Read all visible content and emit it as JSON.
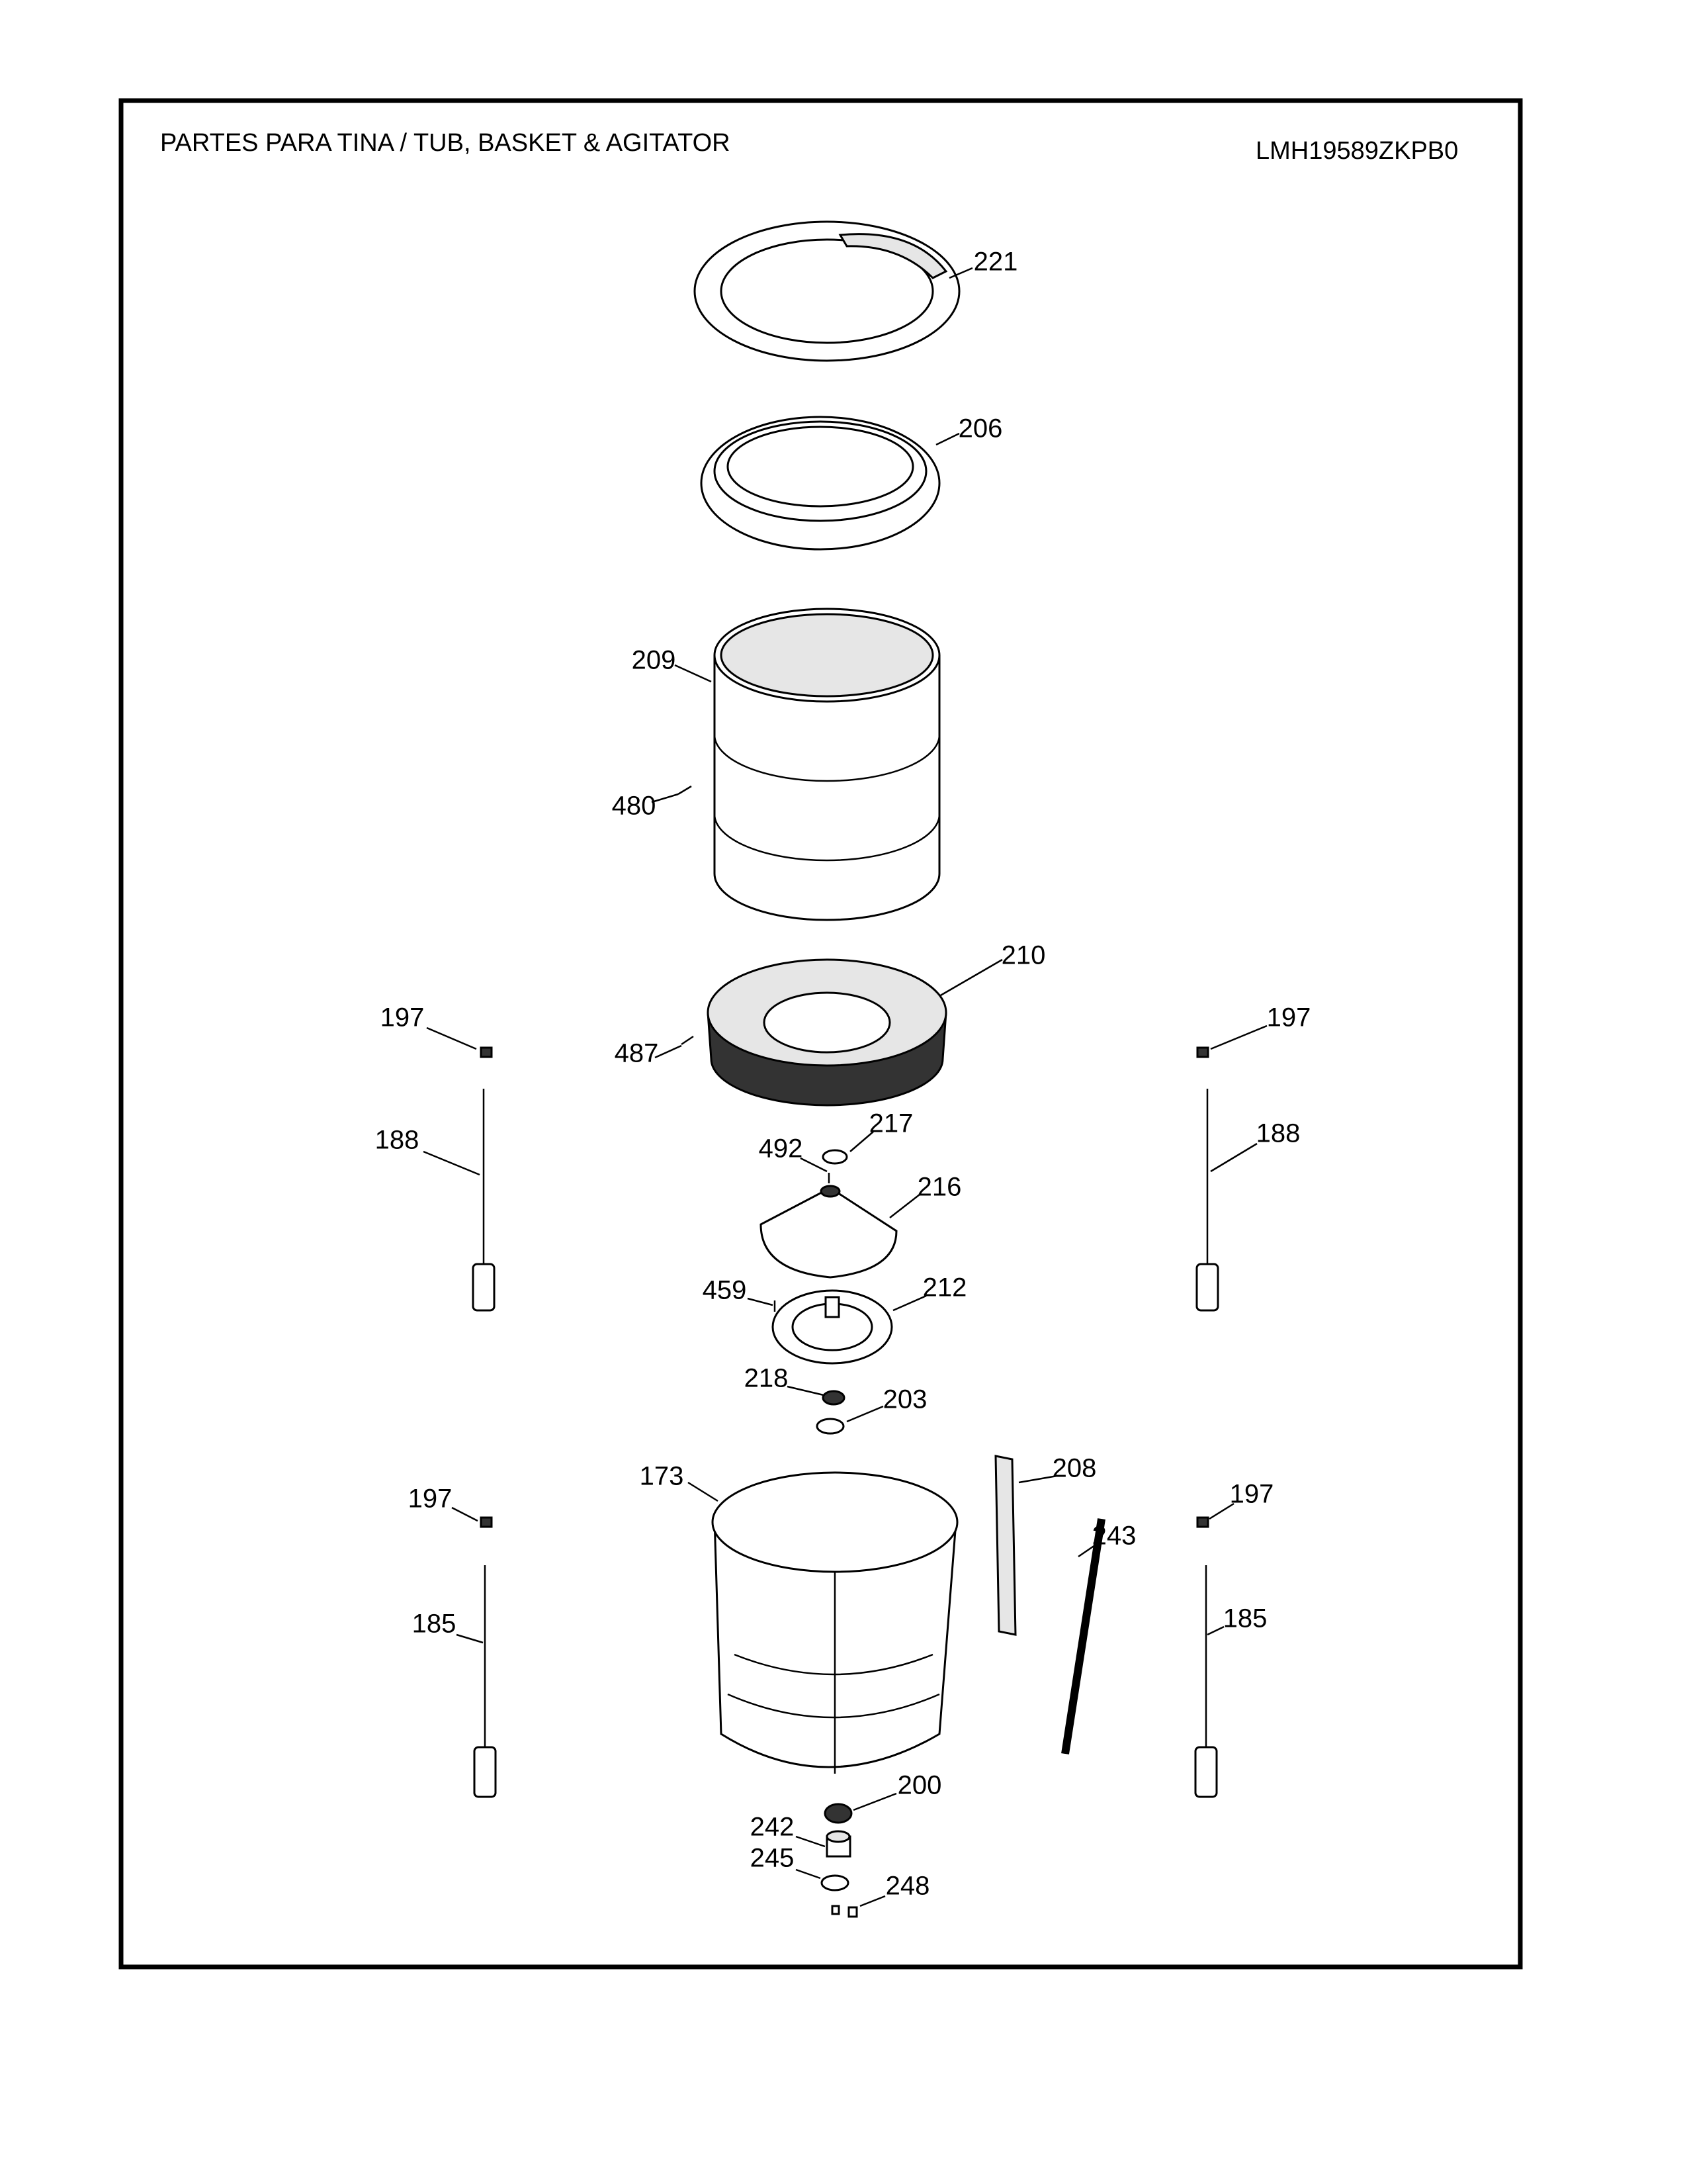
{
  "header": {
    "title": "PARTES PARA TINA  /  TUB, BASKET & AGITATOR",
    "model": "LMH19589ZKPB0"
  },
  "callouts": {
    "c221": "221",
    "c206": "206",
    "c209": "209",
    "c480": "480",
    "c210": "210",
    "c487": "487",
    "c197a": "197",
    "c197b": "197",
    "c188a": "188",
    "c188b": "188",
    "c217": "217",
    "c492": "492",
    "c216": "216",
    "c459": "459",
    "c212": "212",
    "c218": "218",
    "c203": "203",
    "c173": "173",
    "c208": "208",
    "c243": "243",
    "c197c": "197",
    "c197d": "197",
    "c185a": "185",
    "c185b": "185",
    "c200": "200",
    "c242": "242",
    "c245": "245",
    "c248": "248"
  }
}
